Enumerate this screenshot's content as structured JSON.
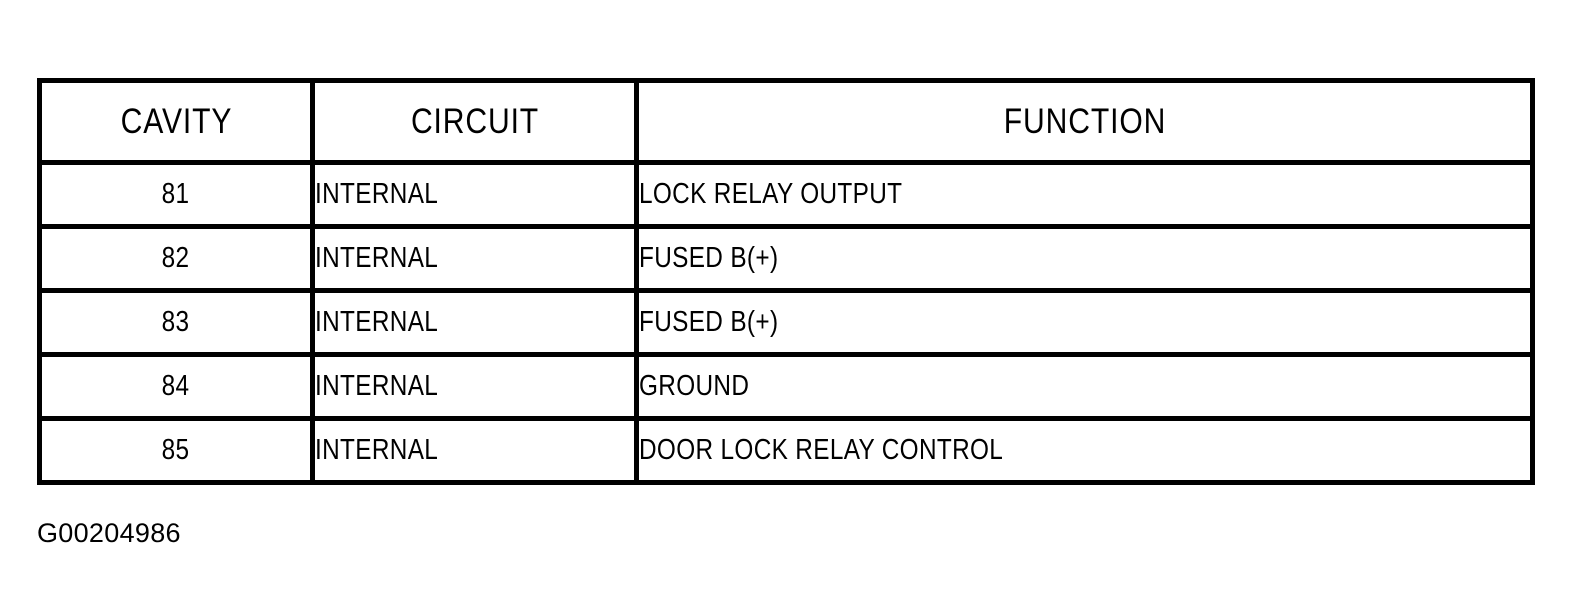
{
  "figure": {
    "caption": "G00204986",
    "colors": {
      "background": "#ffffff",
      "ink": "#000000",
      "border": "#000000"
    }
  },
  "table": {
    "name": "cavity-circuit-function",
    "columns": [
      {
        "key": "cavity",
        "header": "CAVITY"
      },
      {
        "key": "circuit",
        "header": "CIRCUIT"
      },
      {
        "key": "function",
        "header": "FUNCTION"
      }
    ],
    "headers": {
      "cavity": "CAVITY",
      "circuit": "CIRCUIT",
      "function": "FUNCTION"
    },
    "rows": [
      {
        "cavity": "81",
        "circuit": "INTERNAL",
        "function": "LOCK RELAY OUTPUT"
      },
      {
        "cavity": "82",
        "circuit": "INTERNAL",
        "function": "FUSED B(+)"
      },
      {
        "cavity": "83",
        "circuit": "INTERNAL",
        "function": "FUSED B(+)"
      },
      {
        "cavity": "84",
        "circuit": "INTERNAL",
        "function": "GROUND"
      },
      {
        "cavity": "85",
        "circuit": "INTERNAL",
        "function": "DOOR LOCK RELAY CONTROL"
      }
    ]
  }
}
